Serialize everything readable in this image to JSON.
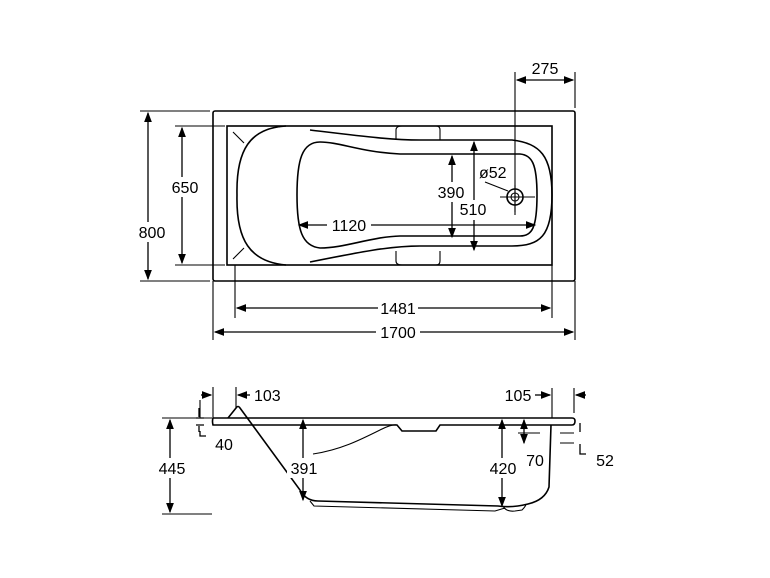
{
  "drawing": {
    "top_view": {
      "overall_length": "1700",
      "inner_length": "1481",
      "overall_width": "800",
      "inner_width": "650",
      "basin_length": "1120",
      "basin_width": "390",
      "floor_width": "510",
      "drain_diameter": "ø52",
      "drain_offset": "275"
    },
    "side_view": {
      "left_rim_offset": "103",
      "right_rim_offset": "105",
      "rim_thickness": "40",
      "total_height": "445",
      "depth_left": "391",
      "depth_right": "420",
      "overflow_height": "70",
      "overflow_size": "52"
    }
  }
}
